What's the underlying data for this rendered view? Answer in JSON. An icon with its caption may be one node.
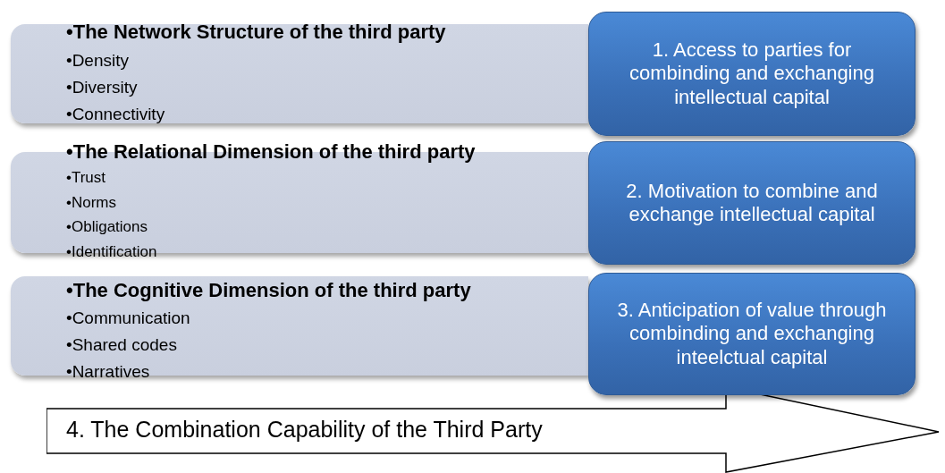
{
  "diagram": {
    "nodes": [
      {
        "text": [
          "•The Network Structure of the third party",
          "•Density",
          "•Diversity",
          "•Connectivity"
        ]
      },
      {
        "text": [
          "•The Relational Dimension of the third party",
          "•Trust",
          "•Norms",
          "•Obligations",
          "•Identification"
        ]
      },
      {
        "text": [
          "•The Cognitive Dimension of the third party",
          "•Communication",
          "•Shared codes",
          "•Narratives"
        ]
      },
      {
        "text": [
          "1. Access to parties for combinding and exchanging intellectual capital"
        ]
      },
      {
        "text": [
          "2. Motivation to combine and exchange intellectual capital"
        ]
      },
      {
        "text": [
          "3. Anticipation of value through combinding and exchanging inteelctual capital"
        ]
      },
      {
        "text": [
          "4. The Combination Capability of the Third Party"
        ]
      }
    ]
  }
}
